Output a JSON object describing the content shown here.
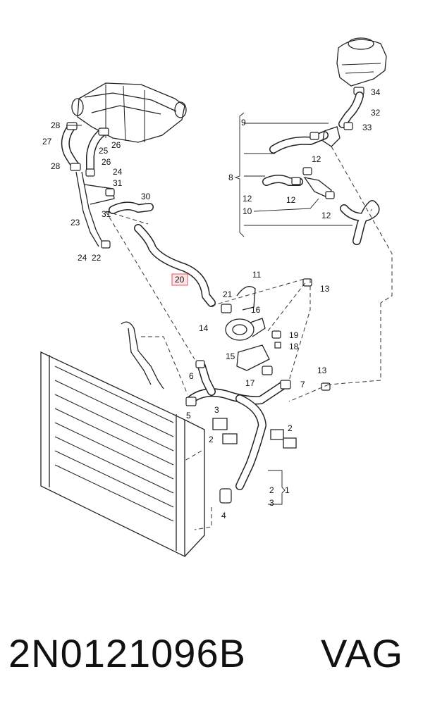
{
  "callouts": {
    "c1": "1",
    "c2a": "2",
    "c2b": "2",
    "c2c": "2",
    "c3a": "3",
    "c3b": "3",
    "c4a": "4",
    "c5": "5",
    "c6": "6",
    "c7": "7",
    "c8": "8",
    "c9": "9",
    "c10": "10",
    "c11": "11",
    "c12a": "12",
    "c12b": "12",
    "c12c": "12",
    "c12d": "12",
    "c13a": "13",
    "c13b": "13",
    "c14": "14",
    "c15": "15",
    "c16": "16",
    "c17": "17",
    "c18": "18",
    "c19": "19",
    "c20": "20",
    "c21": "21",
    "c22": "22",
    "c23": "23",
    "c24a": "24",
    "c24b": "24",
    "c25": "25",
    "c26a": "26",
    "c26b": "26",
    "c27": "27",
    "c28a": "28",
    "c28b": "28",
    "c30": "30",
    "c31a": "31",
    "c31b": "31",
    "c32": "32",
    "c33": "33",
    "c34": "34"
  },
  "highlighted_part": "20",
  "footer": {
    "part_number": "2N0121096B",
    "brand": "VAG"
  }
}
